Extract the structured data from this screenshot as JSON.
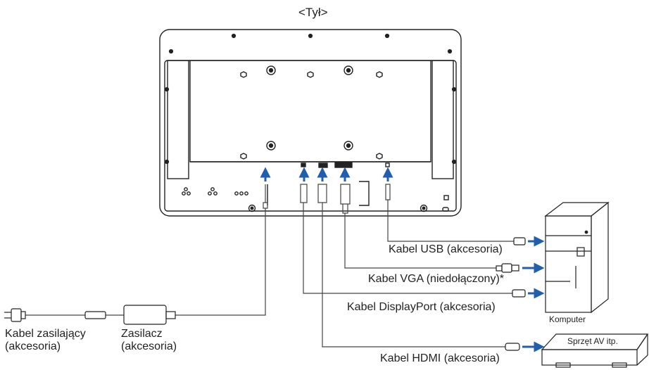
{
  "title": "<Tył>",
  "labels": {
    "usb_cable": "Kabel USB (akcesoria)",
    "vga_cable": "Kabel VGA (niedołączony)*",
    "displayport_cable": "Kabel DisplayPort (akcesoria)",
    "hdmi_cable": "Kabel HDMI (akcesoria)",
    "power_cable_line1": "Kabel zasilający",
    "power_cable_line2": "(akcesoria)",
    "adapter_line1": "Zasilacz",
    "adapter_line2": "(akcesoria)",
    "computer": "Komputer",
    "av_device": "Sprzęt AV itp."
  },
  "colors": {
    "arrow": "#1f5fae",
    "outline": "#222222",
    "cable": "#555555"
  },
  "icons": {
    "power_plug": "power-plug-icon",
    "power_adapter": "power-adapter-icon",
    "computer": "computer-tower-icon",
    "av_device": "av-device-icon",
    "arrow": "arrow-icon"
  }
}
